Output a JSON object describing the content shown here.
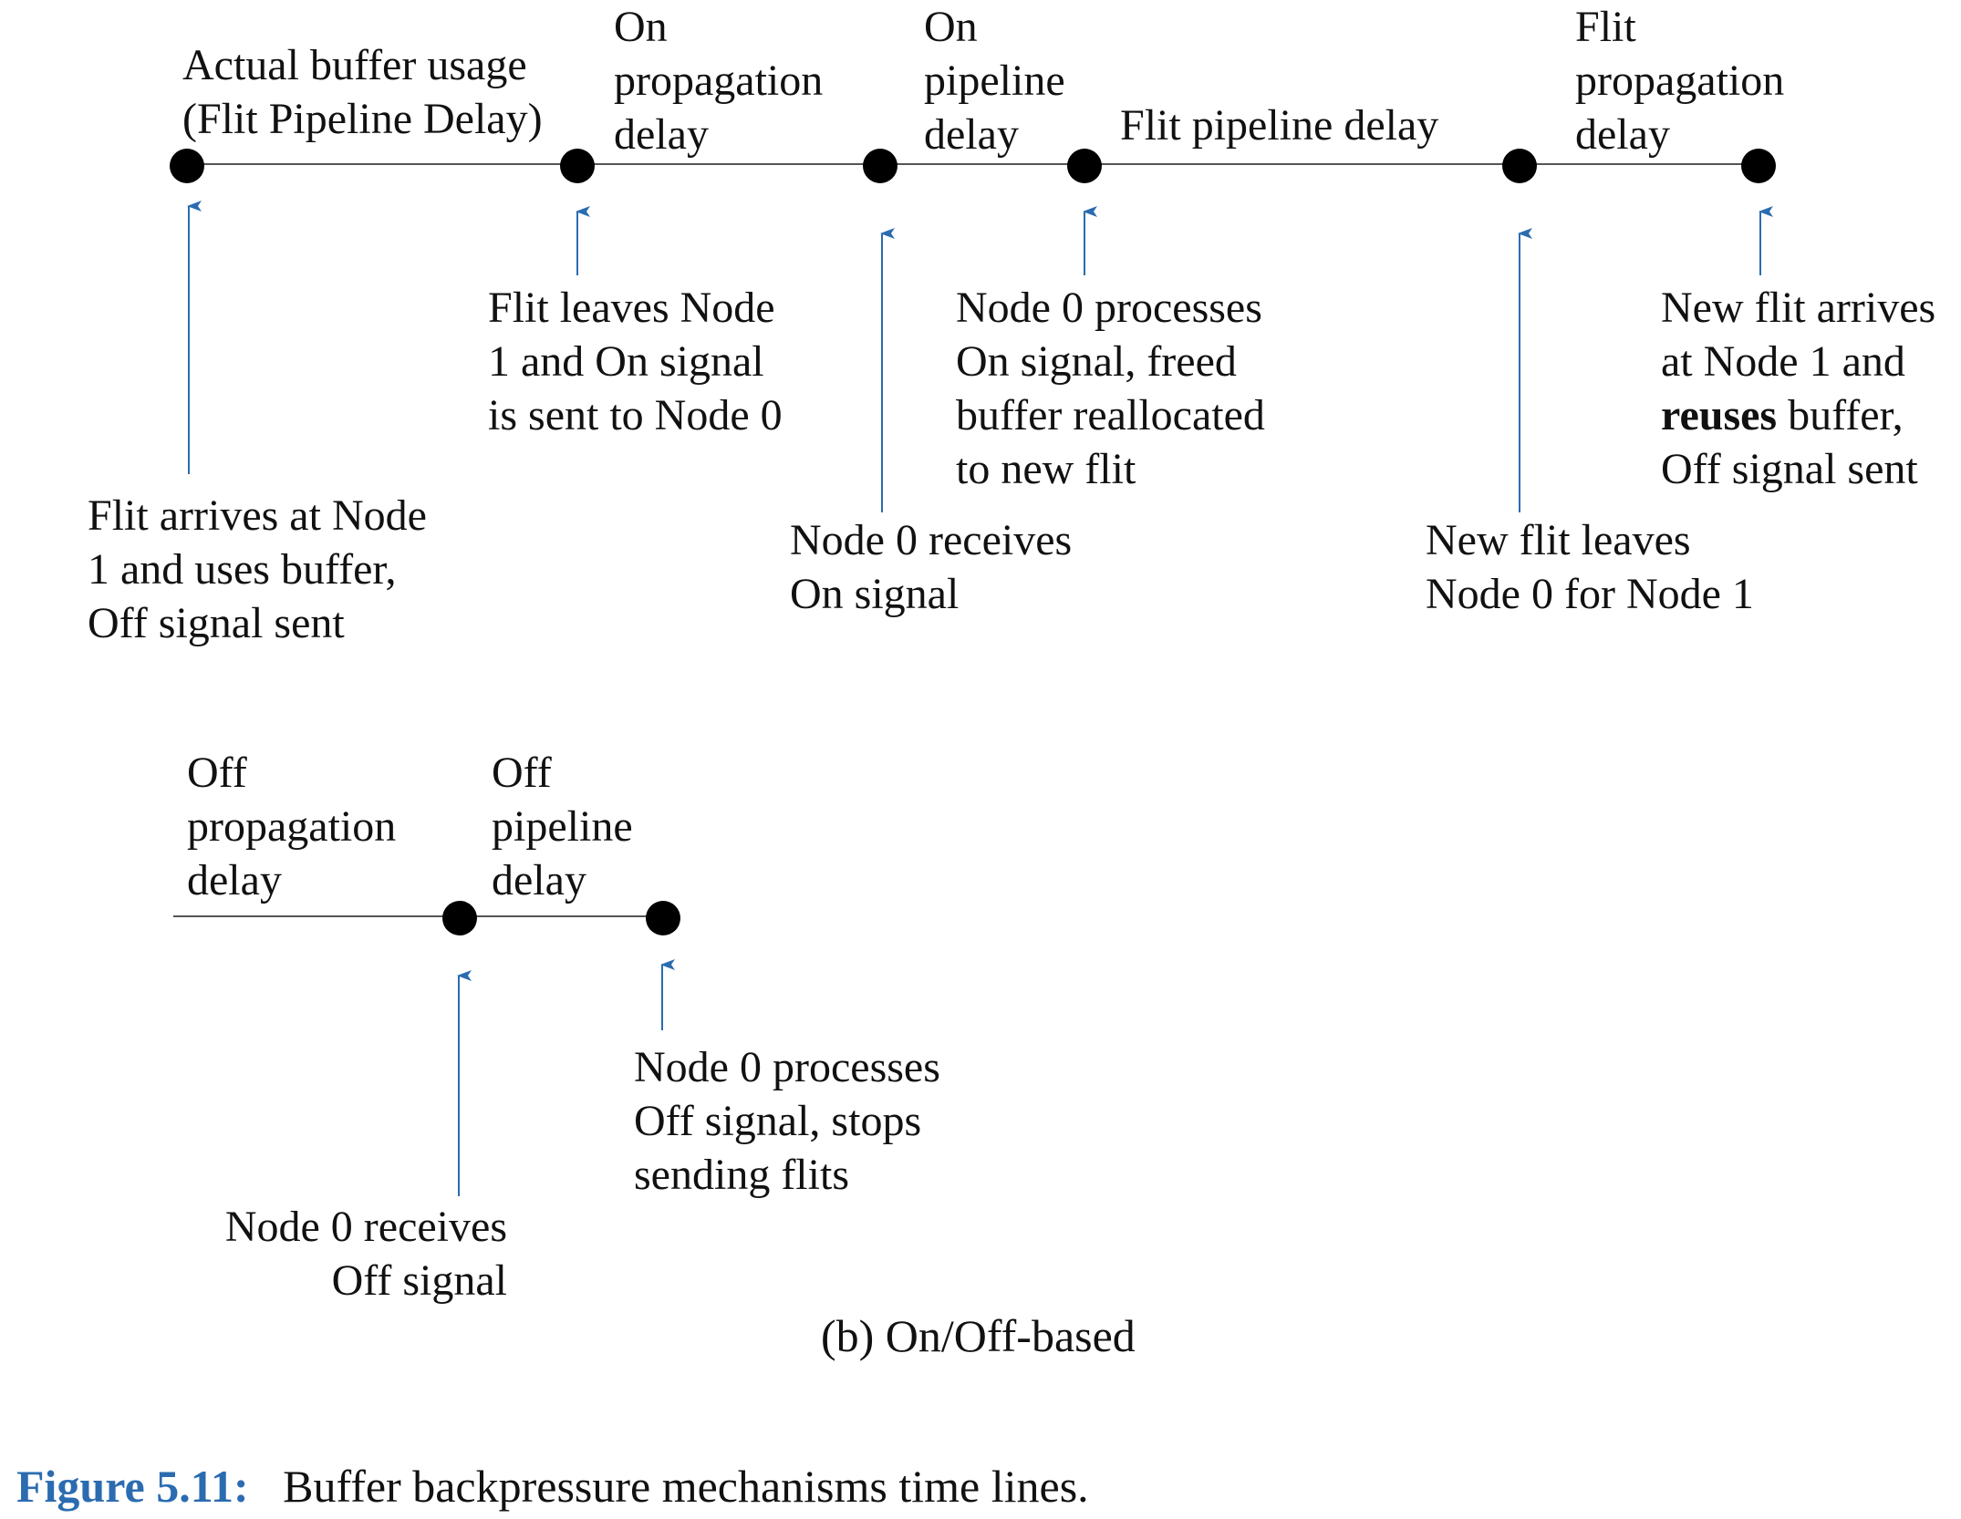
{
  "timeline_top": {
    "segment_labels": {
      "actual_usage": [
        "Actual buffer usage",
        "(Flit Pipeline Delay)"
      ],
      "on_propagation": [
        "On",
        "propagation",
        "delay"
      ],
      "on_pipeline": [
        "On",
        "pipeline",
        "delay"
      ],
      "flit_pipeline": [
        "Flit pipeline delay"
      ],
      "flit_propagation": [
        "Flit",
        "propagation",
        "delay"
      ]
    },
    "events": {
      "flit_arrives": [
        "Flit arrives at Node",
        "1 and uses buffer,",
        "Off signal sent"
      ],
      "flit_leaves": [
        "Flit leaves Node",
        "1 and On signal",
        "is sent to Node 0"
      ],
      "node0_receives_on": [
        "Node 0 receives",
        "On signal"
      ],
      "node0_processes_on": [
        "Node 0 processes",
        "On signal, freed",
        "buffer reallocated",
        "to new flit"
      ],
      "new_flit_leaves": [
        "New flit leaves",
        "Node 0 for Node 1"
      ],
      "new_flit_arrives": {
        "line1": "New flit arrives",
        "line2": "at Node 1 and",
        "line3_bold": "reuses",
        "line3_rest": " buffer,",
        "line4": "Off signal sent"
      }
    }
  },
  "timeline_bottom": {
    "segment_labels": {
      "off_propagation": [
        "Off",
        "propagation",
        "delay"
      ],
      "off_pipeline": [
        "Off",
        "pipeline",
        "delay"
      ]
    },
    "events": {
      "node0_receives_off": [
        "Node 0 receives",
        "Off signal"
      ],
      "node0_processes_off": [
        "Node 0 processes",
        "Off signal, stops",
        "sending flits"
      ]
    }
  },
  "sub_caption": "(b) On/Off-based",
  "caption": {
    "label": "Figure 5.11:",
    "text": "Buffer backpressure mechanisms time lines."
  },
  "colors": {
    "arrow": "#2b6cb0",
    "line": "#555555",
    "dot": "#000000",
    "caption_label": "#2b6cb0"
  }
}
